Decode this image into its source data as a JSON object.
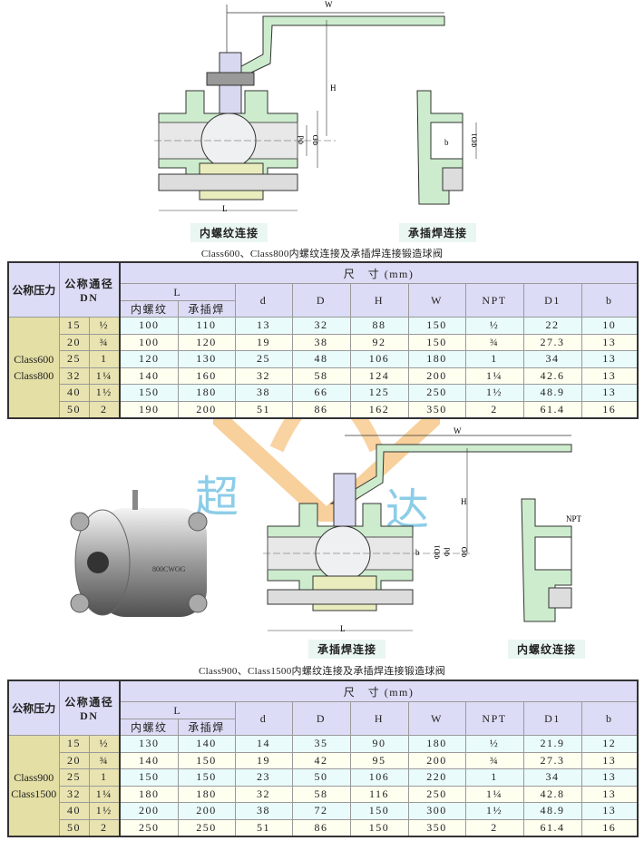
{
  "figure1": {
    "left_label": "内螺纹连接",
    "right_label": "承插焊连接",
    "caption": "Class600、Class800内螺纹连接及承插焊连接锻造球阀",
    "dims": {
      "W": "W",
      "H": "H",
      "d": "Φd",
      "D": "ΦD",
      "L": "L",
      "b": "b",
      "D1": "ΦD1"
    }
  },
  "figure2": {
    "left_label": "承插焊连接",
    "right_label": "内螺纹连接",
    "caption": "Class900、Class1500内螺纹连接及承插焊连接锻造球阀",
    "dims": {
      "W": "W",
      "H": "H",
      "d": "Φd",
      "D": "ΦD",
      "D1": "ΦD1",
      "L": "L",
      "b": "b",
      "NPT": "NPT"
    },
    "photo_marking": "800CWOG"
  },
  "watermark": "超达",
  "table_headers": {
    "pressure": "公称压力",
    "dn": "公称通径",
    "dn2": "DN",
    "size": "尺　寸 (mm)",
    "L": "L",
    "L_thread": "内螺纹",
    "L_socket": "承插焊",
    "cols": [
      "d",
      "D",
      "H",
      "W",
      "NPT",
      "D1",
      "b"
    ]
  },
  "tables": [
    {
      "pressure": [
        "Class600",
        "Class800"
      ],
      "rows": [
        [
          "15",
          "½",
          "100",
          "110",
          "13",
          "32",
          "88",
          "150",
          "½",
          "22",
          "10"
        ],
        [
          "20",
          "¾",
          "100",
          "120",
          "19",
          "38",
          "92",
          "150",
          "¾",
          "27.3",
          "13"
        ],
        [
          "25",
          "1",
          "120",
          "130",
          "25",
          "48",
          "106",
          "180",
          "1",
          "34",
          "13"
        ],
        [
          "32",
          "1¼",
          "140",
          "160",
          "32",
          "58",
          "124",
          "200",
          "1¼",
          "42.6",
          "13"
        ],
        [
          "40",
          "1½",
          "150",
          "180",
          "38",
          "66",
          "125",
          "250",
          "1½",
          "48.9",
          "13"
        ],
        [
          "50",
          "2",
          "190",
          "200",
          "51",
          "86",
          "162",
          "350",
          "2",
          "61.4",
          "16"
        ]
      ]
    },
    {
      "pressure": [
        "Class900",
        "Class1500"
      ],
      "rows": [
        [
          "15",
          "½",
          "130",
          "140",
          "14",
          "35",
          "90",
          "180",
          "½",
          "21.9",
          "12"
        ],
        [
          "20",
          "¾",
          "140",
          "150",
          "19",
          "42",
          "95",
          "200",
          "¾",
          "27.3",
          "13"
        ],
        [
          "25",
          "1",
          "150",
          "150",
          "23",
          "50",
          "106",
          "220",
          "1",
          "34",
          "13"
        ],
        [
          "32",
          "1¼",
          "180",
          "180",
          "32",
          "58",
          "116",
          "250",
          "1¼",
          "42.8",
          "13"
        ],
        [
          "40",
          "1½",
          "200",
          "200",
          "38",
          "72",
          "150",
          "300",
          "1½",
          "48.9",
          "13"
        ],
        [
          "50",
          "2",
          "250",
          "250",
          "51",
          "86",
          "150",
          "350",
          "2",
          "61.4",
          "16"
        ]
      ]
    }
  ],
  "colors": {
    "body": "#cdeccd",
    "stem": "#d8d8f0",
    "seat": "#e9ecbc",
    "watermark": "#f5b25a",
    "logo_text": "#7cc6e6"
  }
}
